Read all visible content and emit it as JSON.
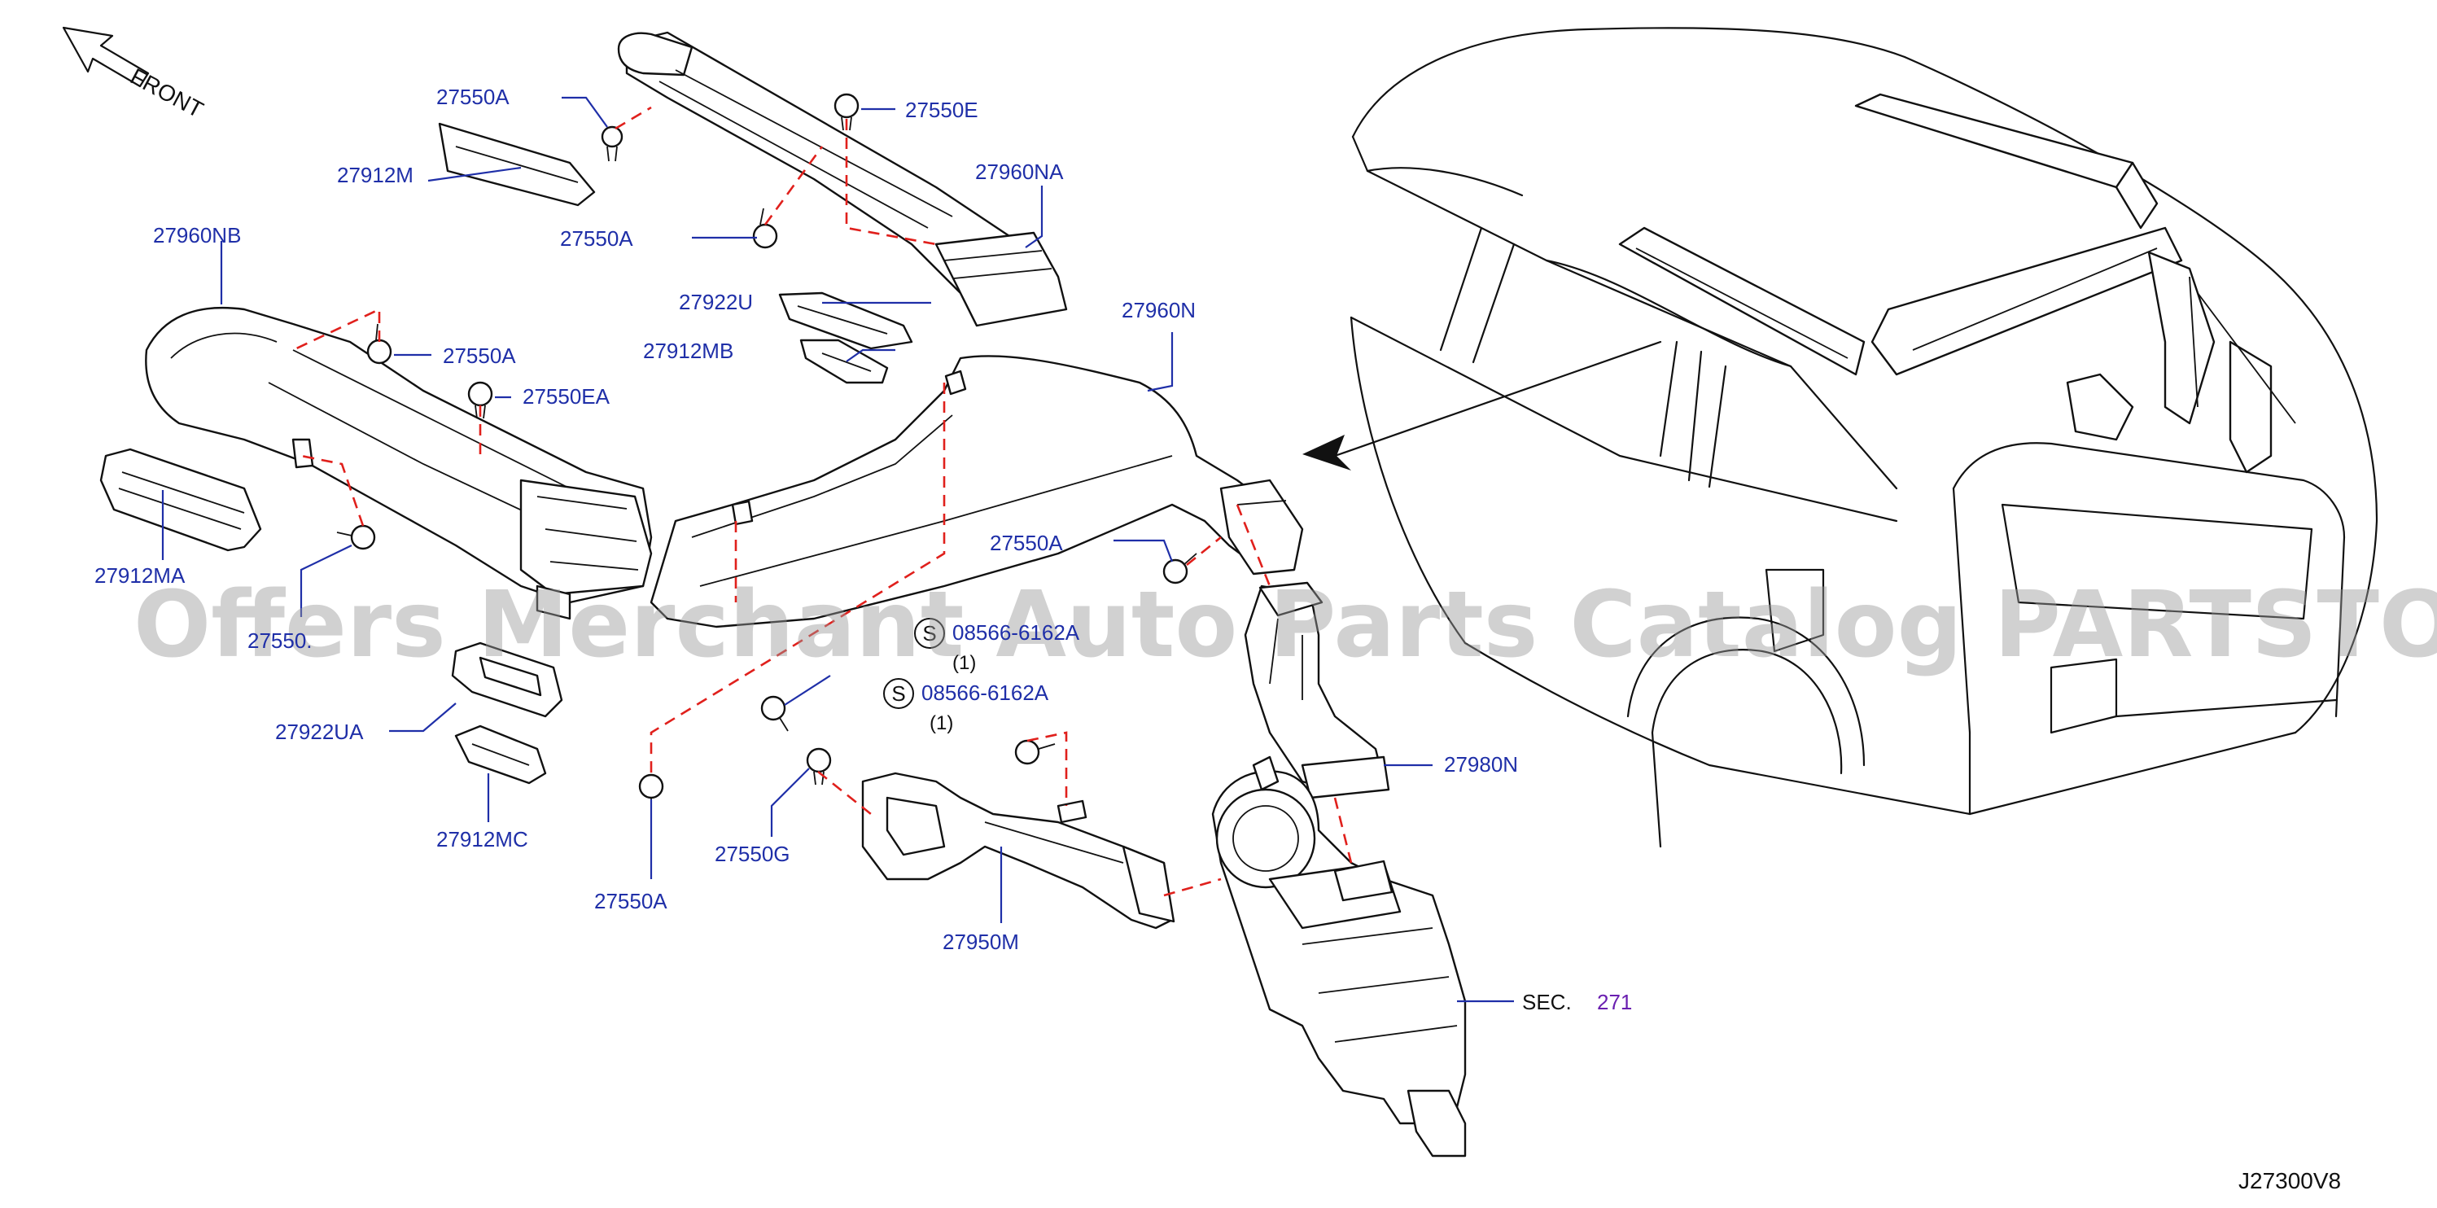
{
  "diagram": {
    "direction_label": "FRONT",
    "drawing_code": "J27300V8",
    "watermark": "Offers Merchant Auto Parts Catalog PARTSTORE.SA",
    "section_ref": {
      "prefix": "SEC.",
      "number": "271"
    },
    "colors": {
      "label": "#1f2fa8",
      "connector": "#e0201c",
      "section_number": "#6a1fb0"
    },
    "icons": [
      "front-arrow-icon",
      "s-circle-icon"
    ],
    "callouts": [
      {
        "id": "27550A-1",
        "text": "27550A"
      },
      {
        "id": "27912M",
        "text": "27912M"
      },
      {
        "id": "27550A-2",
        "text": "27550A"
      },
      {
        "id": "27550E",
        "text": "27550E"
      },
      {
        "id": "27960NA",
        "text": "27960NA"
      },
      {
        "id": "27960NB",
        "text": "27960NB"
      },
      {
        "id": "27550A-3",
        "text": "27550A"
      },
      {
        "id": "27550EA",
        "text": "27550EA"
      },
      {
        "id": "27922U",
        "text": "27922U"
      },
      {
        "id": "27912MB",
        "text": "27912MB"
      },
      {
        "id": "27960N",
        "text": "27960N"
      },
      {
        "id": "27912MA",
        "text": "27912MA"
      },
      {
        "id": "27550A-4",
        "text": "27550A"
      },
      {
        "id": "27550-partial",
        "text": "27550."
      },
      {
        "id": "08566-6162A-1",
        "text": "08566-6162A"
      },
      {
        "id": "08566-6162A-2",
        "text": "08566-6162A"
      },
      {
        "id": "27922UA",
        "text": "27922UA"
      },
      {
        "id": "27912MC",
        "text": "27912MC"
      },
      {
        "id": "27980N",
        "text": "27980N"
      },
      {
        "id": "27550G",
        "text": "27550G"
      },
      {
        "id": "27550A-5",
        "text": "27550A"
      },
      {
        "id": "27950M",
        "text": "27950M"
      }
    ],
    "quantities": [
      "(1)",
      "(1)"
    ],
    "s_marker": "S"
  }
}
